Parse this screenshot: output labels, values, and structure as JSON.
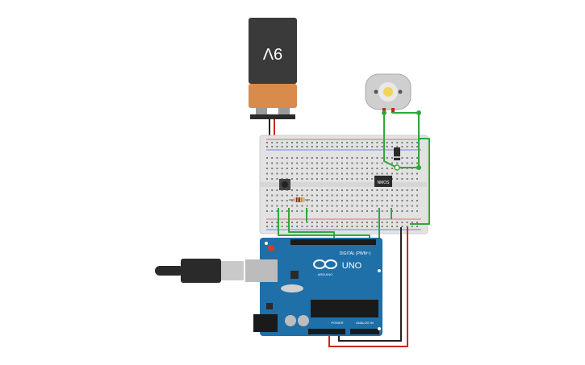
{
  "battery": {
    "voltage_label": "9V"
  },
  "mosfet": {
    "label": "NMOS"
  },
  "arduino": {
    "board_name": "UNO",
    "brand": "ARDUINO",
    "digital_header_label": "DIGITAL (PWM~)",
    "power_label": "POWER",
    "analog_label": "ANALOG IN"
  },
  "colors": {
    "breadboard": "#e2e2e2",
    "arduino_board": "#1f6fa8",
    "wire_green": "#2fa83a",
    "wire_red": "#c8261f",
    "wire_black": "#222222",
    "battery_top": "#3a3a3a",
    "battery_bottom": "#d88a4a",
    "usb_cable": "#2a2a2a",
    "motor_body": "#cfcfcf"
  }
}
